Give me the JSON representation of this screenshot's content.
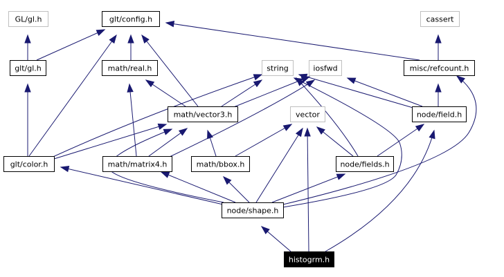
{
  "colors": {
    "edge": "#191970",
    "node_border": "#000000",
    "external_node_border": "#bfbfbf",
    "highlight_fill": "#000000",
    "highlight_text": "#ffffff"
  },
  "nodes": {
    "gl_gl_h": {
      "label": "GL/gl.h",
      "kind": "external"
    },
    "glt_config_h": {
      "label": "glt/config.h",
      "kind": "internal"
    },
    "cassert": {
      "label": "cassert",
      "kind": "external"
    },
    "glt_gl_h": {
      "label": "glt/gl.h",
      "kind": "internal"
    },
    "math_real_h": {
      "label": "math/real.h",
      "kind": "internal"
    },
    "string": {
      "label": "string",
      "kind": "external"
    },
    "iosfwd": {
      "label": "iosfwd",
      "kind": "external"
    },
    "misc_refcount_h": {
      "label": "misc/refcount.h",
      "kind": "internal"
    },
    "math_vector3_h": {
      "label": "math/vector3.h",
      "kind": "internal"
    },
    "vector": {
      "label": "vector",
      "kind": "external"
    },
    "node_field_h": {
      "label": "node/field.h",
      "kind": "internal"
    },
    "glt_color_h": {
      "label": "glt/color.h",
      "kind": "internal"
    },
    "math_matrix4_h": {
      "label": "math/matrix4.h",
      "kind": "internal"
    },
    "math_bbox_h": {
      "label": "math/bbox.h",
      "kind": "internal"
    },
    "node_fields_h": {
      "label": "node/fields.h",
      "kind": "internal"
    },
    "node_shape_h": {
      "label": "node/shape.h",
      "kind": "internal"
    },
    "histogrm_h": {
      "label": "histogrm.h",
      "kind": "highlight"
    }
  },
  "edges": [
    {
      "from": "glt_gl_h",
      "to": "gl_gl_h"
    },
    {
      "from": "glt_gl_h",
      "to": "glt_config_h"
    },
    {
      "from": "math_real_h",
      "to": "glt_config_h"
    },
    {
      "from": "misc_refcount_h",
      "to": "glt_config_h"
    },
    {
      "from": "misc_refcount_h",
      "to": "cassert"
    },
    {
      "from": "math_vector3_h",
      "to": "glt_config_h"
    },
    {
      "from": "math_vector3_h",
      "to": "math_real_h"
    },
    {
      "from": "math_vector3_h",
      "to": "string"
    },
    {
      "from": "math_vector3_h",
      "to": "iosfwd"
    },
    {
      "from": "node_field_h",
      "to": "misc_refcount_h"
    },
    {
      "from": "node_field_h",
      "to": "string"
    },
    {
      "from": "node_field_h",
      "to": "iosfwd"
    },
    {
      "from": "glt_color_h",
      "to": "glt_config_h"
    },
    {
      "from": "glt_color_h",
      "to": "glt_gl_h"
    },
    {
      "from": "glt_color_h",
      "to": "string"
    },
    {
      "from": "glt_color_h",
      "to": "math_vector3_h"
    },
    {
      "from": "math_matrix4_h",
      "to": "math_real_h"
    },
    {
      "from": "math_matrix4_h",
      "to": "math_vector3_h"
    },
    {
      "from": "math_matrix4_h",
      "to": "iosfwd"
    },
    {
      "from": "math_bbox_h",
      "to": "math_vector3_h"
    },
    {
      "from": "math_bbox_h",
      "to": "vector"
    },
    {
      "from": "node_fields_h",
      "to": "node_field_h"
    },
    {
      "from": "node_fields_h",
      "to": "vector"
    },
    {
      "from": "node_fields_h",
      "to": "string"
    },
    {
      "from": "node_shape_h",
      "to": "glt_color_h"
    },
    {
      "from": "node_shape_h",
      "to": "math_matrix4_h"
    },
    {
      "from": "node_shape_h",
      "to": "math_bbox_h"
    },
    {
      "from": "node_shape_h",
      "to": "node_fields_h"
    },
    {
      "from": "node_shape_h",
      "to": "vector"
    },
    {
      "from": "node_shape_h",
      "to": "math_vector3_h"
    },
    {
      "from": "node_shape_h",
      "to": "string"
    },
    {
      "from": "node_shape_h",
      "to": "misc_refcount_h"
    },
    {
      "from": "histogrm_h",
      "to": "node_shape_h"
    },
    {
      "from": "histogrm_h",
      "to": "vector"
    },
    {
      "from": "histogrm_h",
      "to": "node_field_h"
    }
  ]
}
